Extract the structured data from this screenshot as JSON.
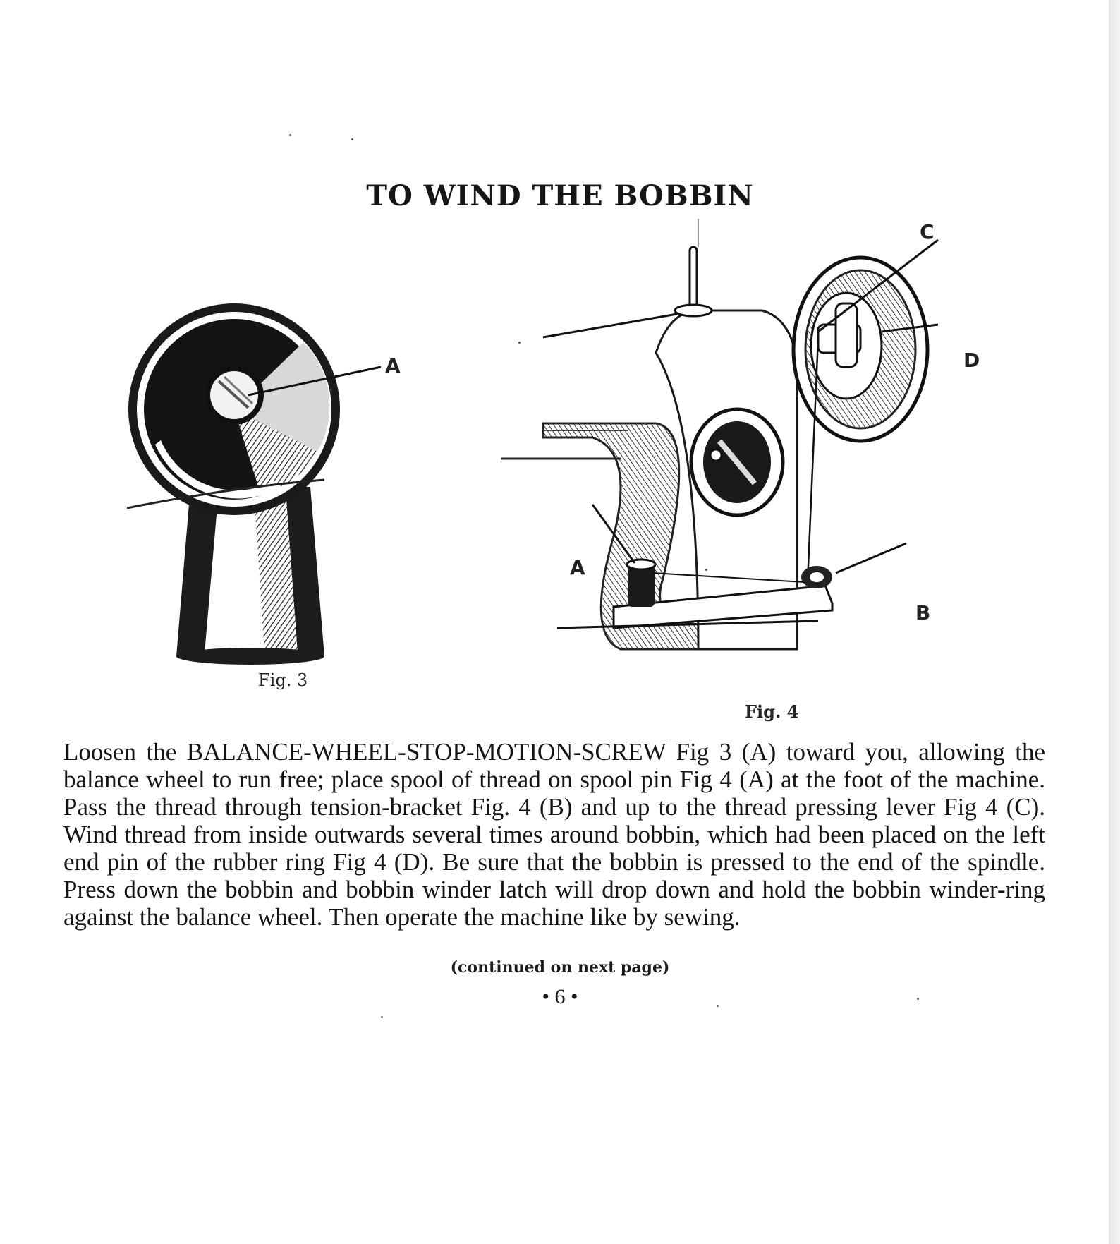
{
  "title": "TO WIND THE BOBBIN",
  "figures": {
    "fig3": {
      "caption": "Fig. 3",
      "labels": {
        "a": "A"
      }
    },
    "fig4": {
      "caption": "Fig. 4",
      "labels": {
        "a": "A",
        "b": "B",
        "c": "C",
        "d": "D"
      }
    }
  },
  "body": "Loosen the BALANCE-WHEEL-STOP-MOTION-SCREW Fig 3 (A) toward you, allowing the balance wheel to run free; place spool of thread on spool pin Fig 4 (A) at the foot of the machine. Pass the thread through tension-bracket Fig. 4 (B) and up to the thread pressing lever Fig 4 (C). Wind thread from inside outwards several times around bobbin, which had been placed on the left end pin of the rubber ring Fig 4 (D). Be sure that the bobbin is pressed to the end of the spindle. Press down the bobbin and bobbin winder latch will drop down and hold the bobbin winder-ring against the balance wheel. Then operate the machine like by sewing.",
  "continued": "(continued on next page)",
  "page_number": "• 6 •"
}
